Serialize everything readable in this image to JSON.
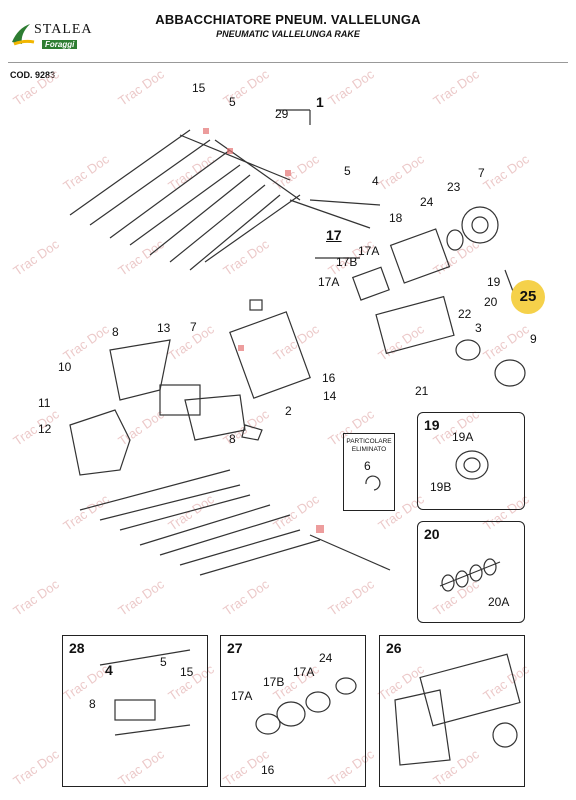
{
  "header": {
    "brand": "STALEA",
    "brand_sub": "Foraggi",
    "title": "ABBACCHIATORE PNEUM. VALLELUNGA",
    "subtitle": "PNEUMATIC VALLELUNGA RAKE",
    "code": "COD. 9283"
  },
  "watermark": "Trac Doc",
  "badge": "25",
  "main_labels": {
    "l15": "15",
    "l5a": "5",
    "l29": "29",
    "l1": "1",
    "l5b": "5",
    "l4": "4",
    "l7a": "7",
    "l23": "23",
    "l24": "24",
    "l18": "18",
    "l17": "17",
    "l17a1": "17A",
    "l17b": "17B",
    "l17a2": "17A",
    "l19": "19",
    "l20": "20",
    "l22": "22",
    "l3": "3",
    "l9": "9",
    "l21": "21",
    "l8a": "8",
    "l13": "13",
    "l7b": "7",
    "l16": "16",
    "l10": "10",
    "l14": "14",
    "l11": "11",
    "l2": "2",
    "l12": "12",
    "l8b": "8"
  },
  "elim_box": {
    "text": "PARTICOLARE ELIMINATO",
    "label": "6"
  },
  "box19": {
    "title": "19",
    "a": "19A",
    "b": "19B"
  },
  "box20": {
    "title": "20",
    "a": "20A"
  },
  "box28": {
    "title": "28",
    "l4": "4",
    "l5": "5",
    "l15": "15",
    "l8": "8"
  },
  "box27": {
    "title": "27",
    "l17a1": "17A",
    "l17b": "17B",
    "l17a2": "17A",
    "l24": "24",
    "l16": "16"
  },
  "box26": {
    "title": "26"
  }
}
